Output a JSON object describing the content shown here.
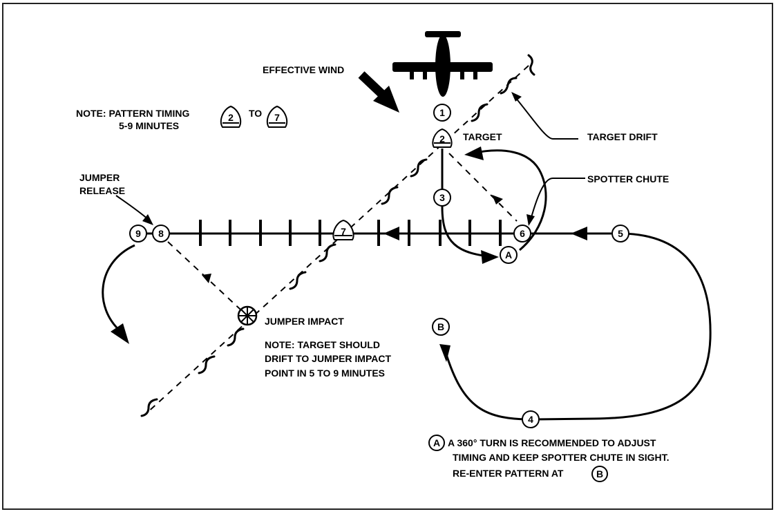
{
  "labels": {
    "effective_wind": "EFFECTIVE WIND",
    "note_pattern_line1": "NOTE: PATTERN TIMING",
    "note_pattern_to": "TO",
    "note_pattern_line2": "5-9 MINUTES",
    "target": "TARGET",
    "target_drift": "TARGET DRIFT",
    "spotter_chute": "SPOTTER CHUTE",
    "jumper_release_line1": "JUMPER",
    "jumper_release_line2": "RELEASE",
    "jumper_impact": "JUMPER IMPACT",
    "note_drift_line1": "NOTE: TARGET SHOULD",
    "note_drift_line2": "DRIFT TO JUMPER IMPACT",
    "note_drift_line3": "POINT IN 5 TO 9 MINUTES",
    "footnote_line1": "A 360° TURN IS RECOMMENDED TO ADJUST",
    "footnote_line2": "TIMING AND KEEP SPOTTER CHUTE IN SIGHT.",
    "footnote_line3": "RE-ENTER PATTERN AT"
  },
  "markers": {
    "m1": "1",
    "m2": "2",
    "m3": "3",
    "m4": "4",
    "m5": "5",
    "m6": "6",
    "m7": "7",
    "m8": "8",
    "m9": "9",
    "a": "A",
    "b": "B",
    "note_a": "2",
    "note_b": "7",
    "foot_a": "A",
    "foot_b": "B"
  },
  "icons": [
    "airplane-icon",
    "wind-arrow-icon",
    "jumper-impact-icon",
    "chute-icon"
  ]
}
